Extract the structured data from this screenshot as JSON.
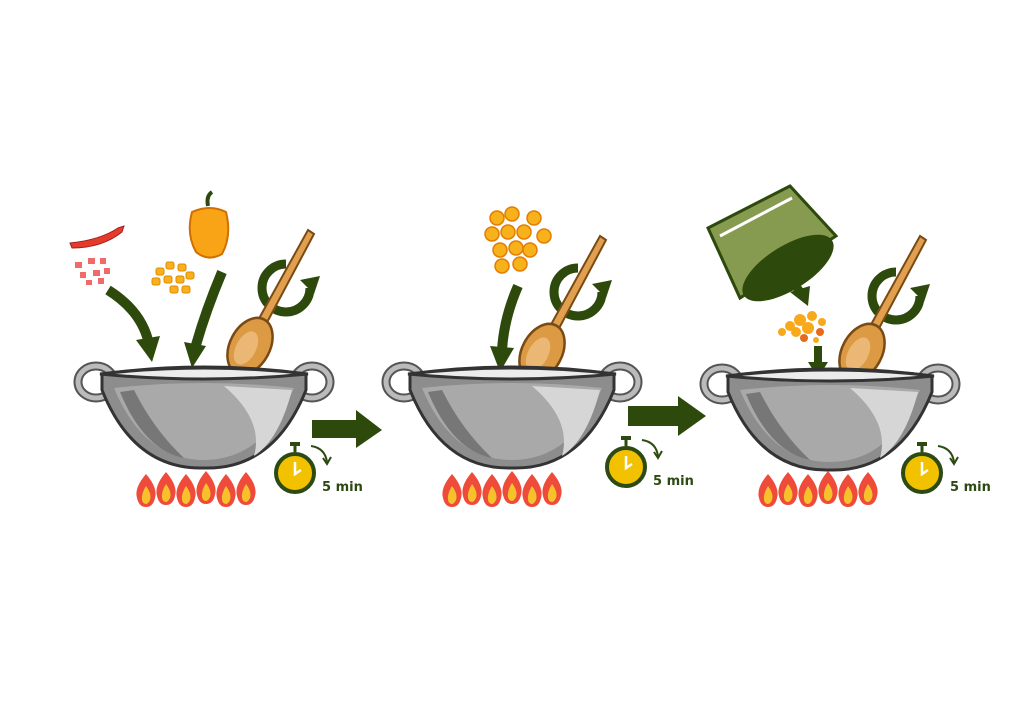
{
  "title": "Cooking steps illustration",
  "steps": [
    {
      "ingredients": [
        "chili",
        "chopped-onion",
        "bell-pepper",
        "corn"
      ],
      "timer_label": "5 min"
    },
    {
      "ingredients": [
        "chickpeas"
      ],
      "timer_label": "5 min"
    },
    {
      "ingredients": [
        "spices"
      ],
      "timer_label": "5 min"
    }
  ],
  "colors": {
    "arrow": "#2d4a0c",
    "wok": "#8f8f8f",
    "flame": "#ef4b3a",
    "timer": "#f2c200",
    "spoon": "#d9923a",
    "bowl": "#869a50"
  }
}
